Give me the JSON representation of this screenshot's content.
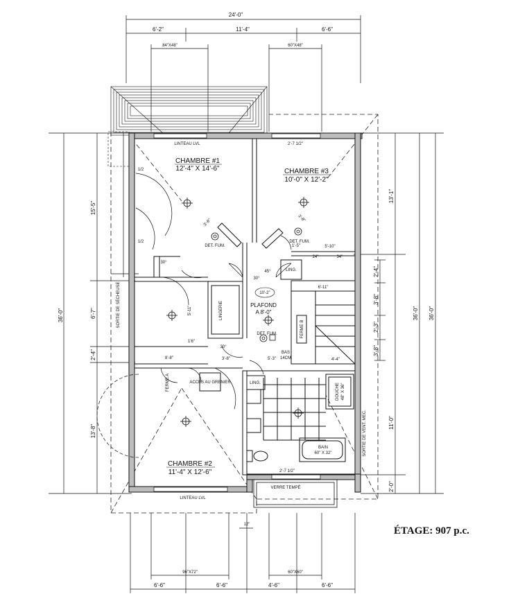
{
  "caption": "ÉTAGE: 907 p.c.",
  "rooms": {
    "chambre1": {
      "name": "CHAMBRE #1",
      "size": "12'-4\" X 14'-6\""
    },
    "chambre2": {
      "name": "CHAMBRE #2",
      "size": "11'-4\" X 12'-6\""
    },
    "chambre3": {
      "name": "CHAMBRE #3",
      "size": "10'-0\" X 12'-2\""
    },
    "plafond": {
      "name": "PLAFOND",
      "size": "A 8'-0\""
    },
    "lingerie": "LINGERIE",
    "ling1": "LING.",
    "ling2": "LING.",
    "bain": {
      "name": "BAIN",
      "size": "60\" X 32\""
    },
    "douche": {
      "name": "DOUCHE",
      "size": "48\" X 36\""
    },
    "bas": {
      "name": "BAS",
      "size": "14CM"
    },
    "ferme_a": "FERME A",
    "ferme_b": "FERME B",
    "acces": "ACCES AU GRENIER"
  },
  "labels": {
    "linteau_top": "LINTEAU LVL",
    "linteau_bot": "LINTEAU LVL",
    "verre_tempe": "VERRE TEMPÉ",
    "sortie_secheuse": "SORTIE DE SÉCHEUSE",
    "sortie_vent": "SORTIE DE VENT. MEC.",
    "det1": "DET. FUM.",
    "det2": "DET. FUM.",
    "det3": "DET. FUM.",
    "half1": "1/2",
    "half2": "1/2",
    "angle45": "45°",
    "angle30a": "30°",
    "angle30b": "30°",
    "angle30c": "30°"
  },
  "dimensions": {
    "top_total": "24'-0\"",
    "top_a": "6'-2\"",
    "top_b": "11'-4\"",
    "top_c": "6'-6\"",
    "win_top1": "84\"X48\"",
    "win_top2": "60\"X48\"",
    "bot_a": "6'-6\"",
    "bot_b": "6'-6\"",
    "bot_c": "4'-6\"",
    "bot_d": "6'-6\"",
    "win_bot1": "96\"X72\"",
    "win_bot2": "60\"X60\"",
    "left_total": "36'-0\"",
    "left_a": "15'-5\"",
    "left_b": "6'-7\"",
    "left_c": "2'-4\"",
    "left_d": "13'-8\"",
    "right_total1": "36'-0\"",
    "right_total2": "36'-0\"",
    "right_a": "13'-1\"",
    "right_b": "11'-0\"",
    "right_c": "2'-0\"",
    "stair_a": "2'-4\"",
    "stair_b": "3'-8\"",
    "stair_c": "2'-3\"",
    "stair_d": "3'-8\"",
    "int_1": "5'-10\"",
    "int_2": "6'-11\"",
    "int_3": "4'-4\"",
    "int_4": "1'-5\"",
    "int_5": "3'-8\"",
    "int_6": "5'-3\"",
    "int_7": "8'-8\"",
    "int_8": "5'-11\"",
    "int_9": "10'-2\"",
    "int_10": "3'-6\"",
    "int_11": "3'-8\"",
    "int_12": "2'-7 1/2\"",
    "int_13": "2'-7 1/2\"",
    "int_14": "12\"",
    "int_15": "1'6\"",
    "int_16": "24\"",
    "int_17": "34\""
  }
}
